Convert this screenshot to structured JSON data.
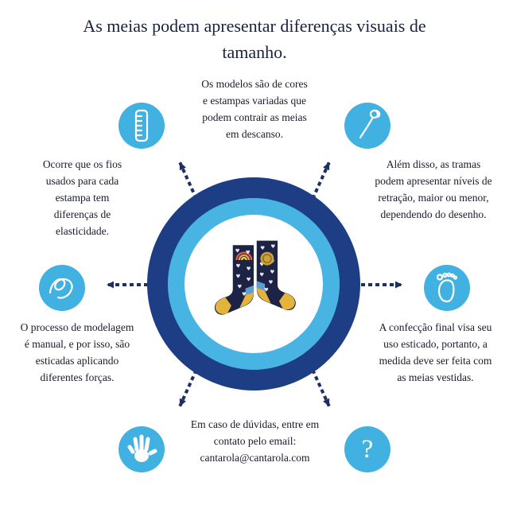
{
  "title": "As meias podem apresentar diferenças visuais de tamanho.",
  "blocks": {
    "top": "Os modelos são de cores e estampas variadas que podem contrair as meias em descanso.",
    "left_upper": "Ocorre que os fios usados para cada estampa tem diferenças de elasticidade.",
    "right_upper": "Além disso, as tramas podem apresentar níveis de retração, maior ou menor, dependendo do desenho.",
    "left_lower": "O processo de modelagem é manual, e por isso, são esticadas aplicando diferentes forças.",
    "right_lower": "A confecção final visa seu uso esticado, portanto, a medida deve ser feita com as meias vestidas.",
    "bottom": "Em caso de dúvidas, entre em contato pelo email:",
    "bottom_email": "cantarola@cantarola.com"
  },
  "icons": {
    "top_left": "ruler-icon",
    "top_right": "pin-icon",
    "mid_left": "thread-icon",
    "mid_right": "footprint-icon",
    "bottom_left": "hand-icon",
    "bottom_right": "question-mark-icon",
    "question_glyph": "?"
  },
  "colors": {
    "icon_circle": "#41b1e2",
    "ring_outer": "#1d3e85",
    "ring_light": "#48b4e4",
    "arrow": "#1e2f63",
    "title_text": "#18223f",
    "body_text": "#191a2d",
    "sock_navy": "#1c2344",
    "sock_yellow": "#e3b33c",
    "sock_blue_accent": "#5d9fd4"
  }
}
